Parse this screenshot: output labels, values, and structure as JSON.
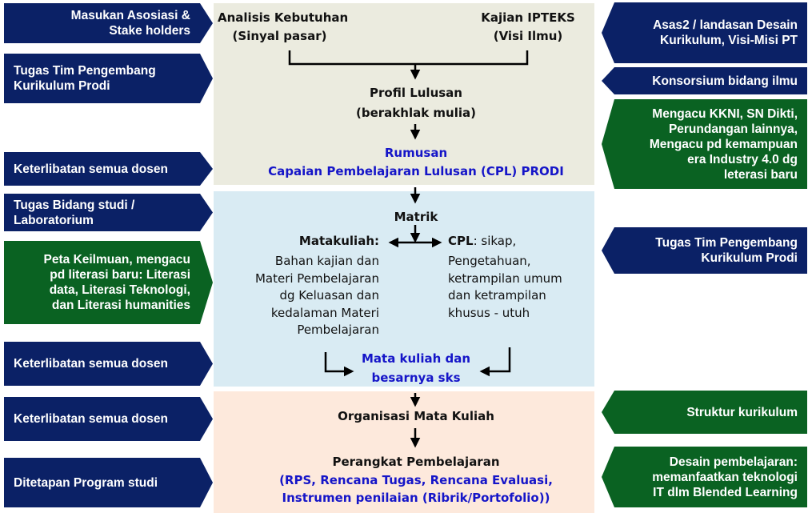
{
  "colors": {
    "navy": "#0b2166",
    "green": "#0a6222",
    "panel_top": "#ebebdf",
    "panel_mid": "#d9ebf3",
    "panel_bottom": "#fde9dc",
    "blue_text": "#1515c8"
  },
  "left_tags": [
    {
      "label": "Masukan  Asosiasi &\nStake holders",
      "color": "navy"
    },
    {
      "label": "Tugas Tim Pengembang\nKurikulum Prodi",
      "color": "navy"
    },
    {
      "label": "Keterlibatan semua dosen",
      "color": "navy"
    },
    {
      "label": "Tugas Bidang studi /\nLaboratorium",
      "color": "navy"
    },
    {
      "label": "Peta Keilmuan, mengacu\npd literasi baru: Literasi\ndata, Literasi Teknologi,\ndan Literasi humanities",
      "color": "green"
    },
    {
      "label": "Keterlibatan semua dosen",
      "color": "navy"
    },
    {
      "label": "Keterlibatan semua dosen",
      "color": "navy"
    },
    {
      "label": "Ditetapan Program studi",
      "color": "navy"
    }
  ],
  "right_tags": [
    {
      "label": "Asas2 / landasan Desain\nKurikulum, Visi-Misi PT",
      "color": "navy"
    },
    {
      "label": "Konsorsium bidang ilmu",
      "color": "navy"
    },
    {
      "label": "Mengacu KKNI, SN Dikti,\nPerundangan lainnya,\nMengacu pd kemampuan\nera Industry 4.0 dg\nleterasi baru",
      "color": "green"
    },
    {
      "label": "Tugas Tim Pengembang\nKurikulum Prodi",
      "color": "navy"
    },
    {
      "label": "Struktur kurikulum",
      "color": "green"
    },
    {
      "label": "Desain pembelajaran:\nmemanfaatkan teknologi\nIT dlm Blended Learning",
      "color": "green"
    }
  ],
  "top_panel": {
    "analisis_title": "Analisis Kebutuhan",
    "analisis_sub": "(Sinyal pasar)",
    "kajian_title": "Kajian IPTEKS",
    "kajian_sub": "(Visi Ilmu)",
    "profil_title": "Profil Lulusan",
    "profil_sub": "(berakhlak mulia)",
    "rumusan_title": "Rumusan",
    "rumusan_sub": "Capaian Pembelajaran Lulusan (CPL) PRODI"
  },
  "mid_panel": {
    "matrik": "Matrik",
    "matakuliah_label": "Matakuliah:",
    "matakuliah_desc": [
      "Bahan kajian dan",
      "Materi Pembelajaran",
      "dg Keluasan dan",
      "kedalaman Materi",
      "Pembelajaran"
    ],
    "cpl_label": "CPL",
    "cpl_first_line": ": sikap,",
    "cpl_desc": [
      "Pengetahuan,",
      "ketrampilan umum",
      "dan ketrampilan",
      "khusus - utuh"
    ],
    "result_line1": "Mata kuliah dan",
    "result_line2": "besarnya sks"
  },
  "bottom_panel": {
    "organisasi": "Organisasi Mata Kuliah",
    "perangkat": "Perangkat Pembelajaran",
    "perangkat_detail_line1": "(RPS, Rencana Tugas, Rencana Evaluasi,",
    "perangkat_detail_line2": "Instrumen penilaian (Ribrik/Portofolio))"
  }
}
